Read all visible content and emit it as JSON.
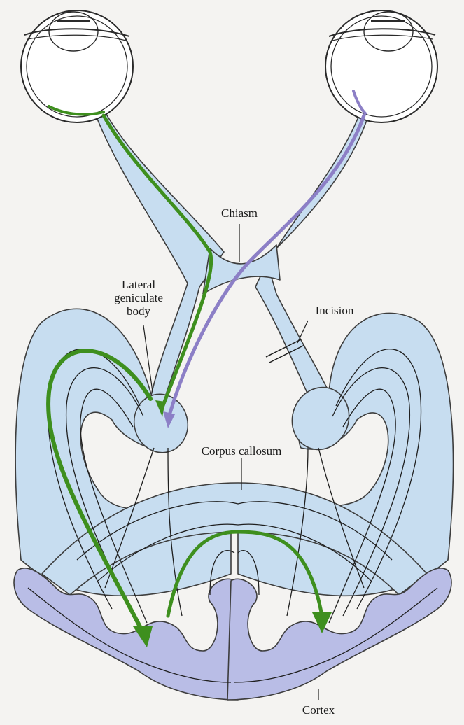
{
  "labels": {
    "chiasm": "Chiasm",
    "lgb_line1": "Lateral",
    "lgb_line2": "geniculate",
    "lgb_line3": "body",
    "incision": "Incision",
    "corpus_callosum": "Corpus callosum",
    "cortex": "Cortex"
  },
  "colors": {
    "background": "#f4f3f1",
    "tract_fill": "#c7ddf0",
    "cortex_fill": "#b9bde6",
    "outline": "#3d3d3d",
    "left_eye_pathway": "#3e8f1e",
    "right_eye_pathway": "#8c7fc6"
  }
}
